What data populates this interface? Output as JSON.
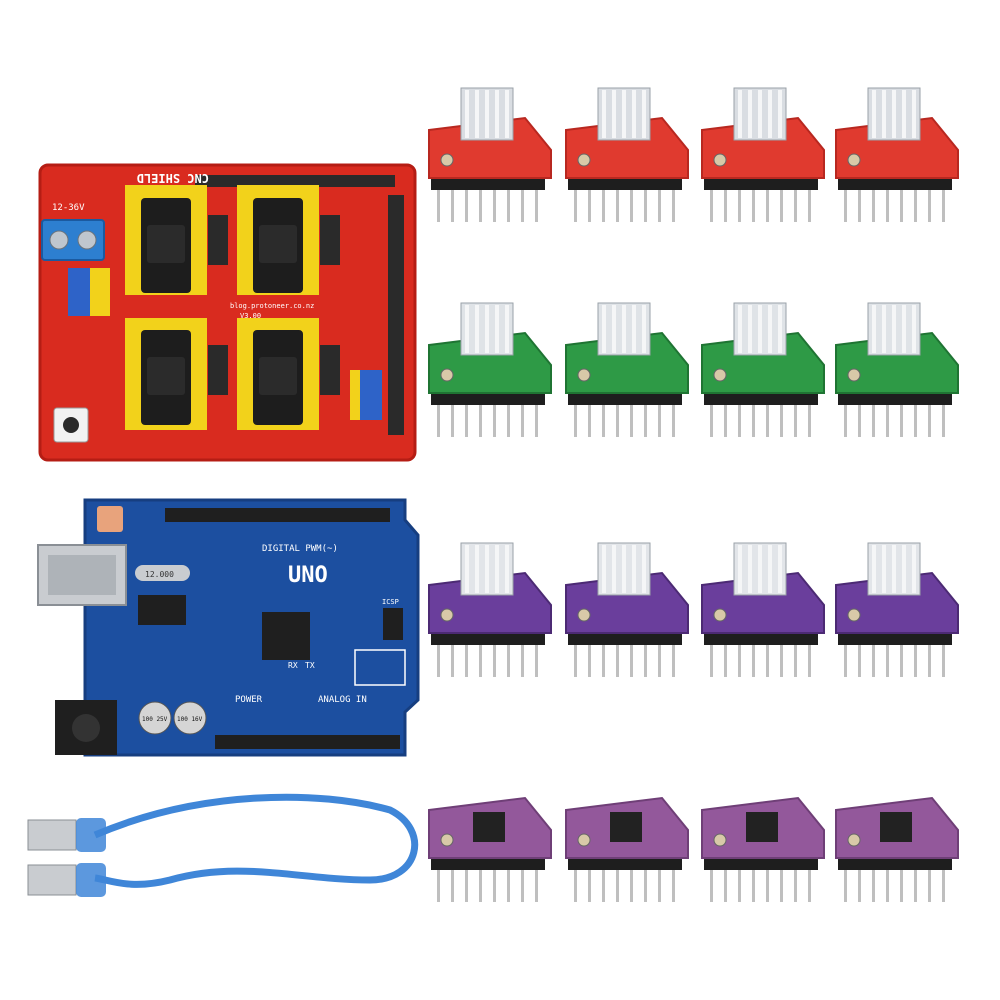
{
  "cnc_shield": {
    "title": "CNC SHIELD",
    "voltage": "12-36V",
    "site": "blog.protoneer.co.nz",
    "version": "V3.00",
    "colors": {
      "board": "#d92b1f",
      "board_edge": "#b51d14",
      "header": "#f2d21b",
      "cap": "#1d1d1d"
    }
  },
  "uno": {
    "logo": "UNO",
    "digital_label": "DIGITAL PWM(~)",
    "power_label": "POWER",
    "analog_label": "ANALOG IN",
    "icsp": "ICSP",
    "tx": "TX",
    "rx": "RX",
    "crystal": "12.000",
    "cap1": "100 25V",
    "cap2": "100 16V",
    "colors": {
      "board": "#1c4fa0",
      "board_edge": "#163e80",
      "silk": "#ffffff"
    }
  },
  "drivers": {
    "rows": [
      {
        "name": "a4988-red",
        "count": 4,
        "board": "#e03a2f",
        "board_dark": "#b82820",
        "heatsink": "#d9dde2"
      },
      {
        "name": "a4988-green",
        "count": 4,
        "board": "#2e9a46",
        "board_dark": "#1f7433",
        "heatsink": "#dfe3e7"
      },
      {
        "name": "drv8825-purple",
        "count": 4,
        "board": "#6a3e9c",
        "board_dark": "#4c2a74",
        "heatsink": "#e2e5e9"
      },
      {
        "name": "drv8825-violet-no-heatsink",
        "count": 4,
        "board": "#93589b",
        "board_dark": "#6f3f77",
        "heatsink": ""
      }
    ]
  },
  "usb_cable": {
    "color": "#3f86d8",
    "plug": "#c9ccd0"
  }
}
